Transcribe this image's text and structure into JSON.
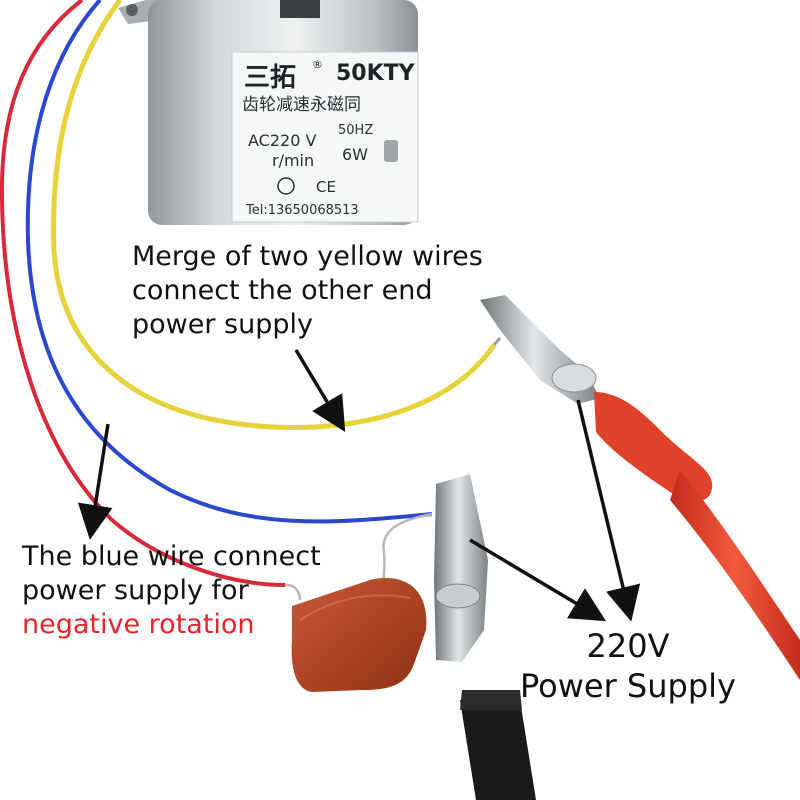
{
  "motor": {
    "brand": "三拓",
    "registered": "®",
    "model": "50KTY",
    "subtitle": "齿轮减速永磁同",
    "spec_voltage": "AC220 V",
    "spec_freq": "50HZ",
    "spec_speed": "r/min",
    "spec_power": "6W",
    "spec_ce": "CE",
    "spec_tel": "Tel:13650068513"
  },
  "annotations": {
    "yellow_line1": "Merge of two yellow wires",
    "yellow_line2": "connect the other end",
    "yellow_line3": "power supply",
    "blue_line1": "The blue wire connect",
    "blue_line2": "power supply for",
    "blue_line3": "negative rotation",
    "power_line1": "220V",
    "power_line2": "Power Supply"
  },
  "colors": {
    "yellow_wire": "#e8d23a",
    "blue_wire": "#2a47d0",
    "red_wire": "#d8283a",
    "highlight_text": "#e8242b",
    "capacitor": "#b0462a",
    "clip_red": "#e0412b",
    "clip_black": "#1a1a1a"
  }
}
